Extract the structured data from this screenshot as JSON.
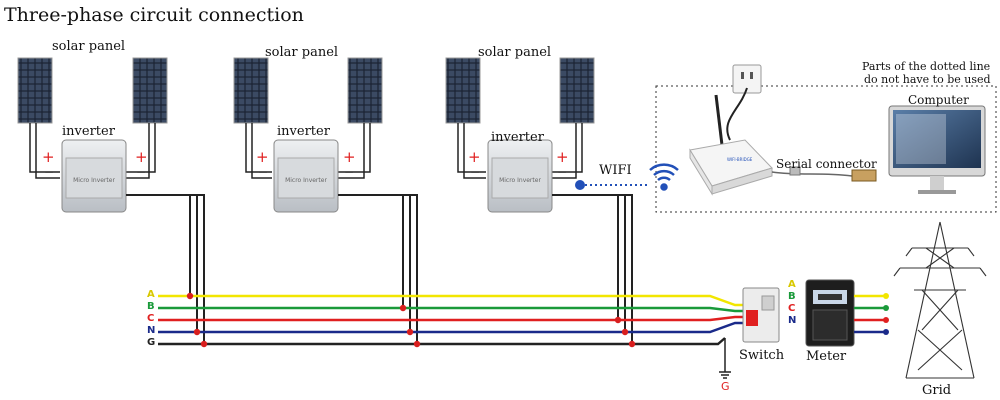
{
  "title": "Three-phase circuit connection",
  "panel_label": "solar panel",
  "inverter_label": "inverter",
  "device_text": "Micro Inverter",
  "wifi_label": "WIFI",
  "dotted_note_line1": "Parts of the dotted line",
  "dotted_note_line2": "do not have to be used",
  "computer_label": "Computer",
  "serial_label": "Serial connector",
  "switch_label": "Switch",
  "meter_label": "Meter",
  "grid_label": "Grid",
  "ground_label": "G",
  "phases": [
    {
      "name": "A",
      "color": "#f2e600"
    },
    {
      "name": "B",
      "color": "#1a9a3a"
    },
    {
      "name": "C",
      "color": "#e02020"
    },
    {
      "name": "N",
      "color": "#1a2a8a"
    },
    {
      "name": "G",
      "color": "#222222"
    }
  ],
  "plus_symbol": "+",
  "minus_symbol": "−",
  "gateway_label": "WIFI-BRIDGE"
}
